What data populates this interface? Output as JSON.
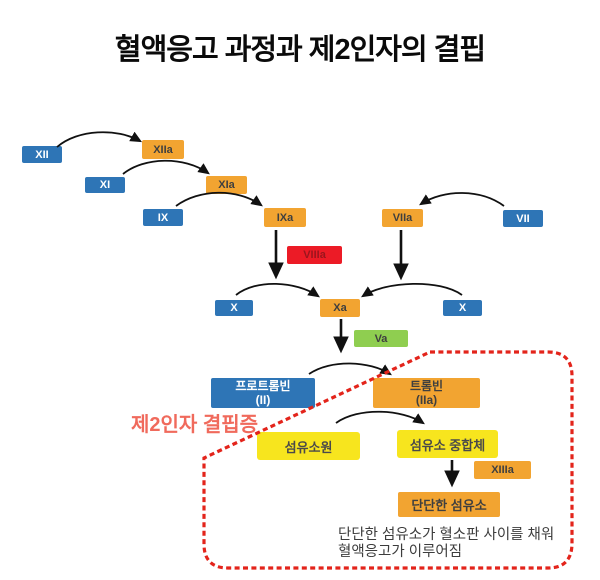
{
  "title": "혈액응고 과정과 제2인자의 결핍",
  "nodes": {
    "xii": {
      "label": "XII",
      "type": "blue"
    },
    "xiia": {
      "label": "XIIa",
      "type": "orange"
    },
    "xi": {
      "label": "XI",
      "type": "blue"
    },
    "xia": {
      "label": "XIa",
      "type": "orange"
    },
    "ix": {
      "label": "IX",
      "type": "blue"
    },
    "ixa": {
      "label": "IXa",
      "type": "orange"
    },
    "viia": {
      "label": "VIIa",
      "type": "orange"
    },
    "vii": {
      "label": "VII",
      "type": "blue"
    },
    "viiia": {
      "label": "VIIIa",
      "type": "red"
    },
    "x_left": {
      "label": "X",
      "type": "blue"
    },
    "xa": {
      "label": "Xa",
      "type": "orange"
    },
    "x_right": {
      "label": "X",
      "type": "blue"
    },
    "va": {
      "label": "Va",
      "type": "green"
    },
    "prothrombin": {
      "line1": "프로트롬빈",
      "line2": "(II)",
      "type": "blue"
    },
    "thrombin": {
      "line1": "트롬빈",
      "line2": "(IIa)",
      "type": "orange"
    },
    "fibrinogen": {
      "label": "섬유소원",
      "type": "yellow"
    },
    "fibrin_polymer": {
      "label": "섬유소 중합체",
      "type": "yellow"
    },
    "xiiia": {
      "label": "XIIIa",
      "type": "orange"
    },
    "stable_fibrin": {
      "label": "단단한 섬유소",
      "type": "orange"
    }
  },
  "edges": [
    {
      "from": "XII",
      "to": "XIIa"
    },
    {
      "from": "XI",
      "to": "XIa"
    },
    {
      "from": "IX",
      "to": "IXa"
    },
    {
      "from": "VII",
      "to": "VIIa"
    },
    {
      "from": "IXa",
      "to": "Xa",
      "cofactor": "VIIIa"
    },
    {
      "from": "VIIa",
      "to": "Xa"
    },
    {
      "from": "X",
      "to": "Xa"
    },
    {
      "from": "Xa",
      "to": "트롬빈",
      "cofactor": "Va"
    },
    {
      "from": "프로트롬빈 (II)",
      "to": "트롬빈 (IIa)"
    },
    {
      "from": "섬유소원",
      "to": "섬유소 중합체"
    },
    {
      "from": "섬유소 중합체",
      "to": "단단한 섬유소",
      "cofactor": "XIIIa"
    }
  ],
  "annotation": {
    "deficiency_label": "제2인자 결핍증"
  },
  "caption": {
    "line1": "단단한 섬유소가 혈소판 사이를 채워",
    "line2": "혈액응고가 이루어짐"
  },
  "colors": {
    "factor_box_blue": "#2E75B6",
    "activated_box_orange": "#F2A431",
    "viiia_box_red": "#EC1B26",
    "va_box_green": "#8FCE50",
    "fibrin_box_yellow": "#F7E51E",
    "deficiency_outline_red": "#E3241B",
    "deficiency_label_red": "#F06A5C",
    "arrow_black": "#111111"
  }
}
